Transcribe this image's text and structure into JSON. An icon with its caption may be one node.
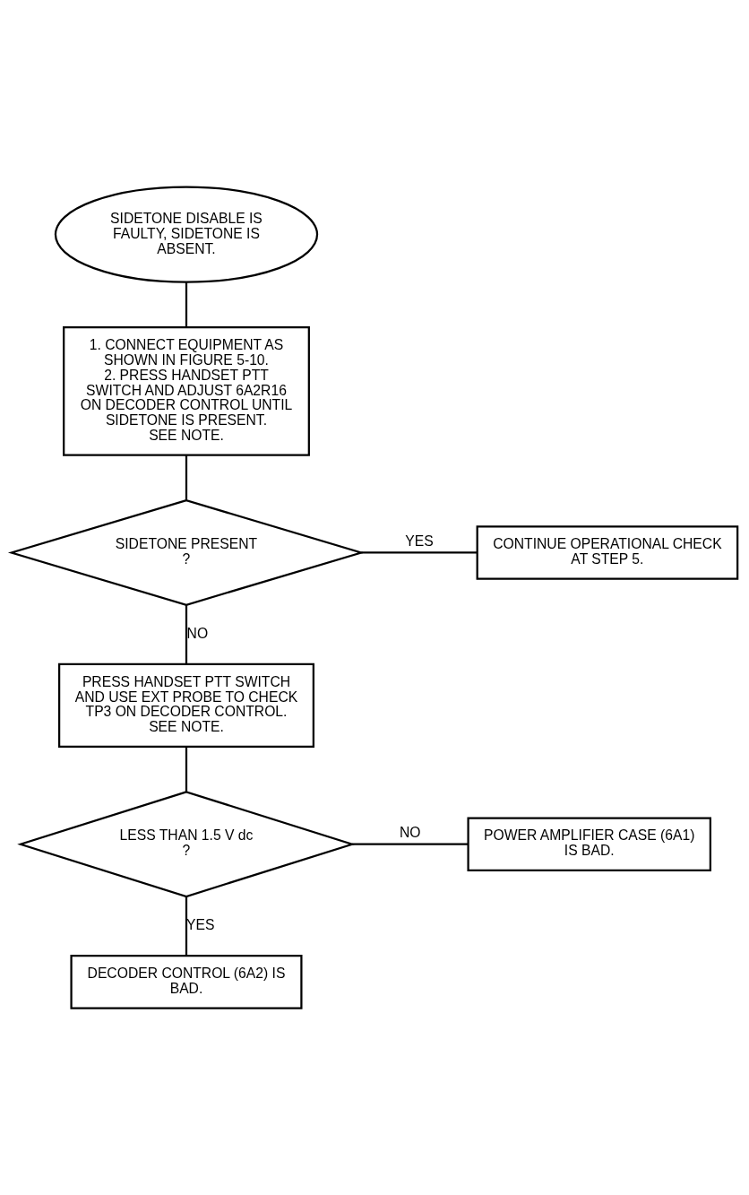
{
  "diagram": {
    "nodes": [
      {
        "text": [
          "SIDETONE DISABLE IS FAULTY, SIDETONE IS ABSENT."
        ]
      },
      {
        "text": [
          "1. CONNECT EQUIPMENT AS SHOWN IN FIGURE 5-10.",
          "2. PRESS HANDSET PTT SWITCH AND ADJUST 6A2R16 ON DECODER CONTROL UNTIL SIDETONE IS PRESENT.",
          "SEE NOTE."
        ]
      },
      {
        "text": [
          "SIDETONE PRESENT",
          "?"
        ]
      },
      {
        "text": [
          "CONTINUE OPERATIONAL CHECK AT STEP 5."
        ]
      },
      {
        "text": [
          "PRESS HANDSET PTT SWITCH AND USE EXT PROBE TO CHECK TP3 ON DECODER CONTROL.",
          "SEE NOTE."
        ]
      },
      {
        "text": [
          "LESS THAN 1.5 V dc",
          "?"
        ]
      },
      {
        "text": [
          "POWER AMPLIFIER CASE (6A1) IS BAD."
        ]
      },
      {
        "text": [
          "DECODER CONTROL (6A2) IS BAD."
        ]
      }
    ],
    "edges": [
      {
        "from": 0,
        "to": 1,
        "arrow": "none"
      },
      {
        "from": 1,
        "to": 2,
        "arrow": "none"
      },
      {
        "from": 2,
        "to": 3,
        "arrow": "none",
        "label": "YES"
      },
      {
        "from": 2,
        "to": 4,
        "arrow": "none",
        "label": "NO"
      },
      {
        "from": 4,
        "to": 5,
        "arrow": "none"
      },
      {
        "from": 5,
        "to": 6,
        "arrow": "none",
        "label": "NO"
      },
      {
        "from": 5,
        "to": 7,
        "arrow": "none",
        "label": "YES"
      }
    ]
  }
}
